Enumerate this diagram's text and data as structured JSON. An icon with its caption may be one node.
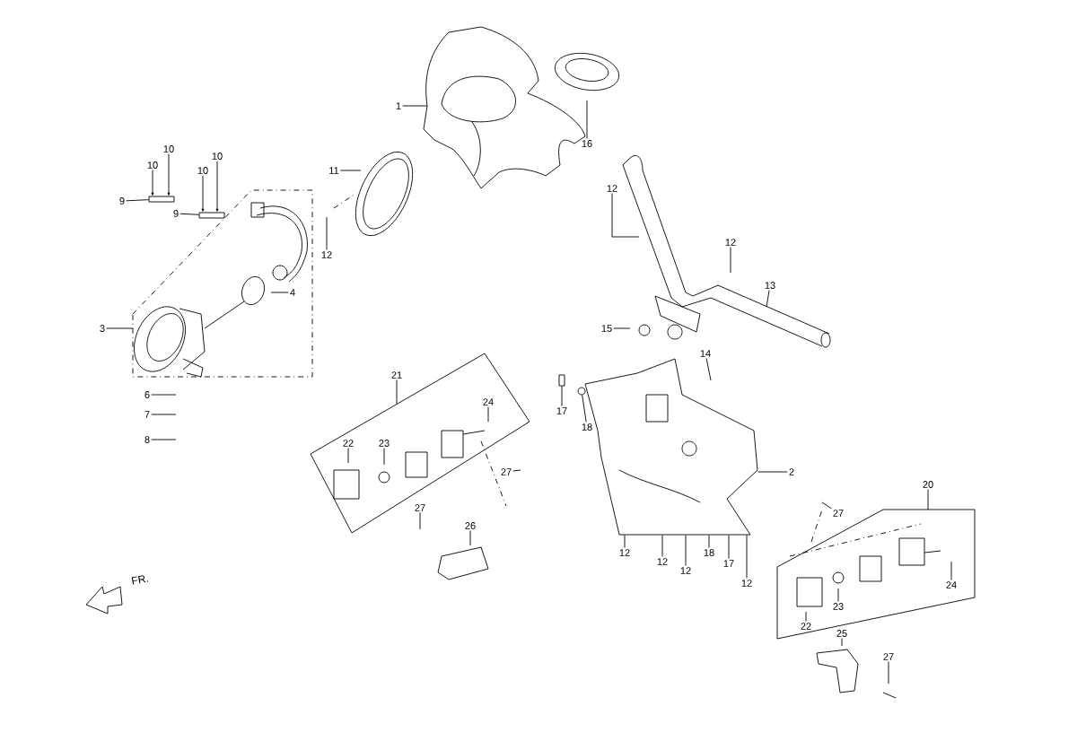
{
  "diagram": {
    "nodes": [
      {
        "text": [
          "1"
        ]
      },
      {
        "text": [
          "16"
        ]
      },
      {
        "text": [
          "10"
        ]
      },
      {
        "text": [
          "10"
        ]
      },
      {
        "text": [
          "10"
        ]
      },
      {
        "text": [
          "10"
        ]
      },
      {
        "text": [
          "11"
        ]
      },
      {
        "text": [
          "12"
        ]
      },
      {
        "text": [
          "9"
        ]
      },
      {
        "text": [
          "9"
        ]
      },
      {
        "text": [
          "12"
        ]
      },
      {
        "text": [
          "12"
        ]
      },
      {
        "text": [
          "13"
        ]
      },
      {
        "text": [
          "4"
        ]
      },
      {
        "text": [
          "3"
        ]
      },
      {
        "text": [
          "15"
        ]
      },
      {
        "text": [
          "14"
        ]
      },
      {
        "text": [
          "21"
        ]
      },
      {
        "text": [
          "6"
        ]
      },
      {
        "text": [
          "24"
        ]
      },
      {
        "text": [
          "7"
        ]
      },
      {
        "text": [
          "17"
        ]
      },
      {
        "text": [
          "18"
        ]
      },
      {
        "text": [
          "8"
        ]
      },
      {
        "text": [
          "22"
        ]
      },
      {
        "text": [
          "23"
        ]
      },
      {
        "text": [
          "2"
        ]
      },
      {
        "text": [
          "27"
        ]
      },
      {
        "text": [
          "20"
        ]
      },
      {
        "text": [
          "27"
        ]
      },
      {
        "text": [
          "27"
        ]
      },
      {
        "text": [
          "26"
        ]
      },
      {
        "text": [
          "12"
        ]
      },
      {
        "text": [
          "18"
        ]
      },
      {
        "text": [
          "12"
        ]
      },
      {
        "text": [
          "17"
        ]
      },
      {
        "text": [
          "12"
        ]
      },
      {
        "text": [
          "12"
        ]
      },
      {
        "text": [
          "24"
        ]
      },
      {
        "text": [
          "23"
        ]
      },
      {
        "text": [
          "22"
        ]
      },
      {
        "text": [
          "25"
        ]
      },
      {
        "text": [
          "27"
        ]
      },
      {
        "text": [],
        "shape": "picture"
      },
      {
        "text": [],
        "shape": "box"
      },
      {
        "text": [],
        "shape": "circle"
      },
      {
        "text": [],
        "shape": "bar"
      },
      {
        "text": [],
        "shape": "bar"
      }
    ],
    "edges": [
      {
        "from": 0,
        "to": null,
        "arrow": "none"
      },
      {
        "from": 1,
        "to": null,
        "arrow": "none"
      },
      {
        "from": 2,
        "to": 46,
        "arrow": "to"
      },
      {
        "from": 3,
        "to": 47,
        "arrow": "to"
      },
      {
        "from": 4,
        "to": 46,
        "arrow": "to"
      },
      {
        "from": 5,
        "to": 47,
        "arrow": "to"
      },
      {
        "from": 6,
        "to": null,
        "arrow": "none"
      },
      {
        "from": 7,
        "to": null,
        "arrow": "none"
      },
      {
        "from": 8,
        "to": 46,
        "arrow": "none"
      },
      {
        "from": 9,
        "to": 47,
        "arrow": "none"
      },
      {
        "from": 10,
        "to": null,
        "arrow": "none"
      },
      {
        "from": 11,
        "to": null,
        "arrow": "none"
      },
      {
        "from": 12,
        "to": null,
        "arrow": "none"
      },
      {
        "from": 13,
        "to": null,
        "arrow": "none"
      },
      {
        "from": 14,
        "to": null,
        "arrow": "none"
      },
      {
        "from": 15,
        "to": null,
        "arrow": "none"
      },
      {
        "from": 16,
        "to": null,
        "arrow": "none"
      },
      {
        "from": 17,
        "to": null,
        "arrow": "none"
      },
      {
        "from": 18,
        "to": null,
        "arrow": "none"
      },
      {
        "from": 19,
        "to": null,
        "arrow": "none"
      },
      {
        "from": 20,
        "to": null,
        "arrow": "none"
      },
      {
        "from": 21,
        "to": 44,
        "arrow": "none"
      },
      {
        "from": 22,
        "to": 45,
        "arrow": "none"
      },
      {
        "from": 23,
        "to": null,
        "arrow": "none"
      },
      {
        "from": 24,
        "to": null,
        "arrow": "none"
      },
      {
        "from": 25,
        "to": null,
        "arrow": "none"
      },
      {
        "from": 26,
        "to": 43,
        "arrow": "none"
      },
      {
        "from": 27,
        "to": null,
        "arrow": "none"
      },
      {
        "from": 28,
        "to": null,
        "arrow": "none"
      },
      {
        "from": 29,
        "to": null,
        "arrow": "none"
      },
      {
        "from": 30,
        "to": null,
        "arrow": "none"
      },
      {
        "from": 31,
        "to": null,
        "arrow": "none"
      },
      {
        "from": 32,
        "to": 43,
        "arrow": "none"
      },
      {
        "from": 33,
        "to": 43,
        "arrow": "none"
      },
      {
        "from": 34,
        "to": 43,
        "arrow": "none"
      },
      {
        "from": 35,
        "to": 43,
        "arrow": "none"
      },
      {
        "from": 36,
        "to": 43,
        "arrow": "none"
      },
      {
        "from": 37,
        "to": 43,
        "arrow": "none"
      },
      {
        "from": 38,
        "to": null,
        "arrow": "none"
      },
      {
        "from": 39,
        "to": null,
        "arrow": "none"
      },
      {
        "from": 40,
        "to": null,
        "arrow": "none"
      },
      {
        "from": 41,
        "to": null,
        "arrow": "none"
      },
      {
        "from": 42,
        "to": null,
        "arrow": "none"
      }
    ],
    "labels": [
      "FR."
    ]
  }
}
